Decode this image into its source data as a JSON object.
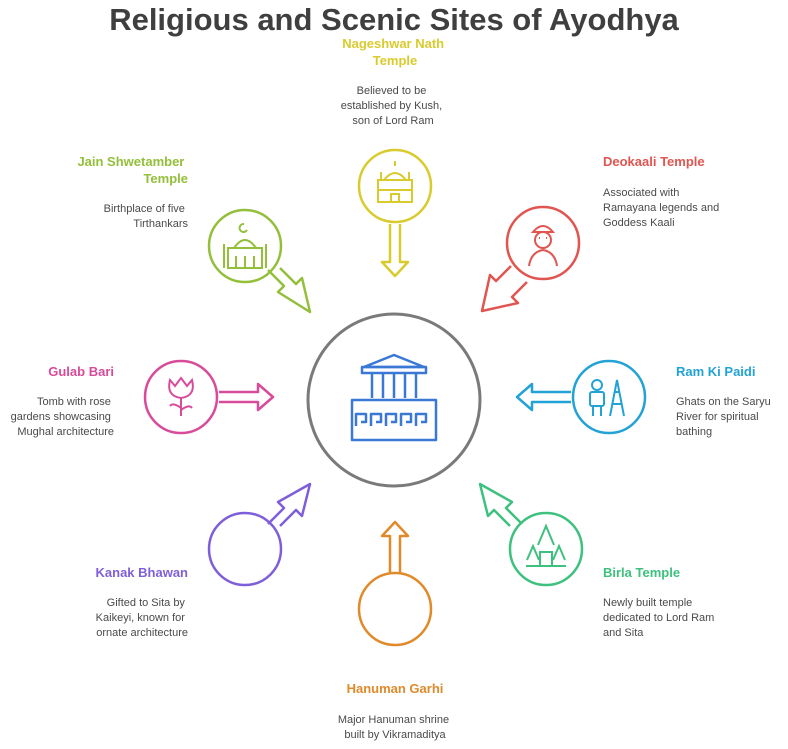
{
  "title": "Religious and Scenic Sites of Ayodhya",
  "sites": {
    "nageshwar": {
      "name_lines": [
        "Nageshwar Nath",
        "Temple"
      ],
      "desc_lines": [
        "Believed to be",
        "established by Kush,",
        "son of Lord Ram"
      ],
      "color": "#d9cb2e",
      "icon": "temple-dome-icon"
    },
    "deokaali": {
      "name_lines": [
        "Deokaali Temple"
      ],
      "desc_lines": [
        "Associated with",
        "Ramayana legends and",
        "Goddess Kaali"
      ],
      "color": "#e15550",
      "icon": "person-icon"
    },
    "ramkipaidi": {
      "name_lines": [
        "Ram Ki Paidi"
      ],
      "desc_lines": [
        "Ghats on the Saryu",
        "River for spiritual",
        "bathing"
      ],
      "color": "#23a2d6",
      "icon": "tourist-tower-icon"
    },
    "birla": {
      "name_lines": [
        "Birla Temple"
      ],
      "desc_lines": [
        "Newly built temple",
        "dedicated to Lord Ram",
        "and Sita"
      ],
      "color": "#3ec07e",
      "icon": "temple-spires-icon"
    },
    "hanuman": {
      "name_lines": [
        "Hanuman Garhi"
      ],
      "desc_lines": [
        "Major Hanuman shrine",
        "built by Vikramaditya"
      ],
      "color": "#e08a2a",
      "icon": ""
    },
    "kanak": {
      "name_lines": [
        "Kanak Bhawan"
      ],
      "desc_lines": [
        "Gifted to Sita by",
        "Kaikeyi, known for",
        "ornate architecture"
      ],
      "color": "#7f5fd9",
      "icon": ""
    },
    "gulab": {
      "name_lines": [
        "Gulab Bari"
      ],
      "desc_lines": [
        "Tomb with rose",
        "gardens showcasing",
        "Mughal architecture"
      ],
      "color": "#d84b9a",
      "icon": "rose-icon"
    },
    "jain": {
      "name_lines": [
        "Jain Shwetamber",
        "Temple"
      ],
      "desc_lines": [
        "Birthplace of five",
        "Tirthankars"
      ],
      "color": "#93bf3a",
      "icon": "mosque-icon"
    }
  },
  "center": {
    "icon": "greek-temple-icon",
    "color": "#3a78d6",
    "ring_color": "#7a7a7a"
  }
}
